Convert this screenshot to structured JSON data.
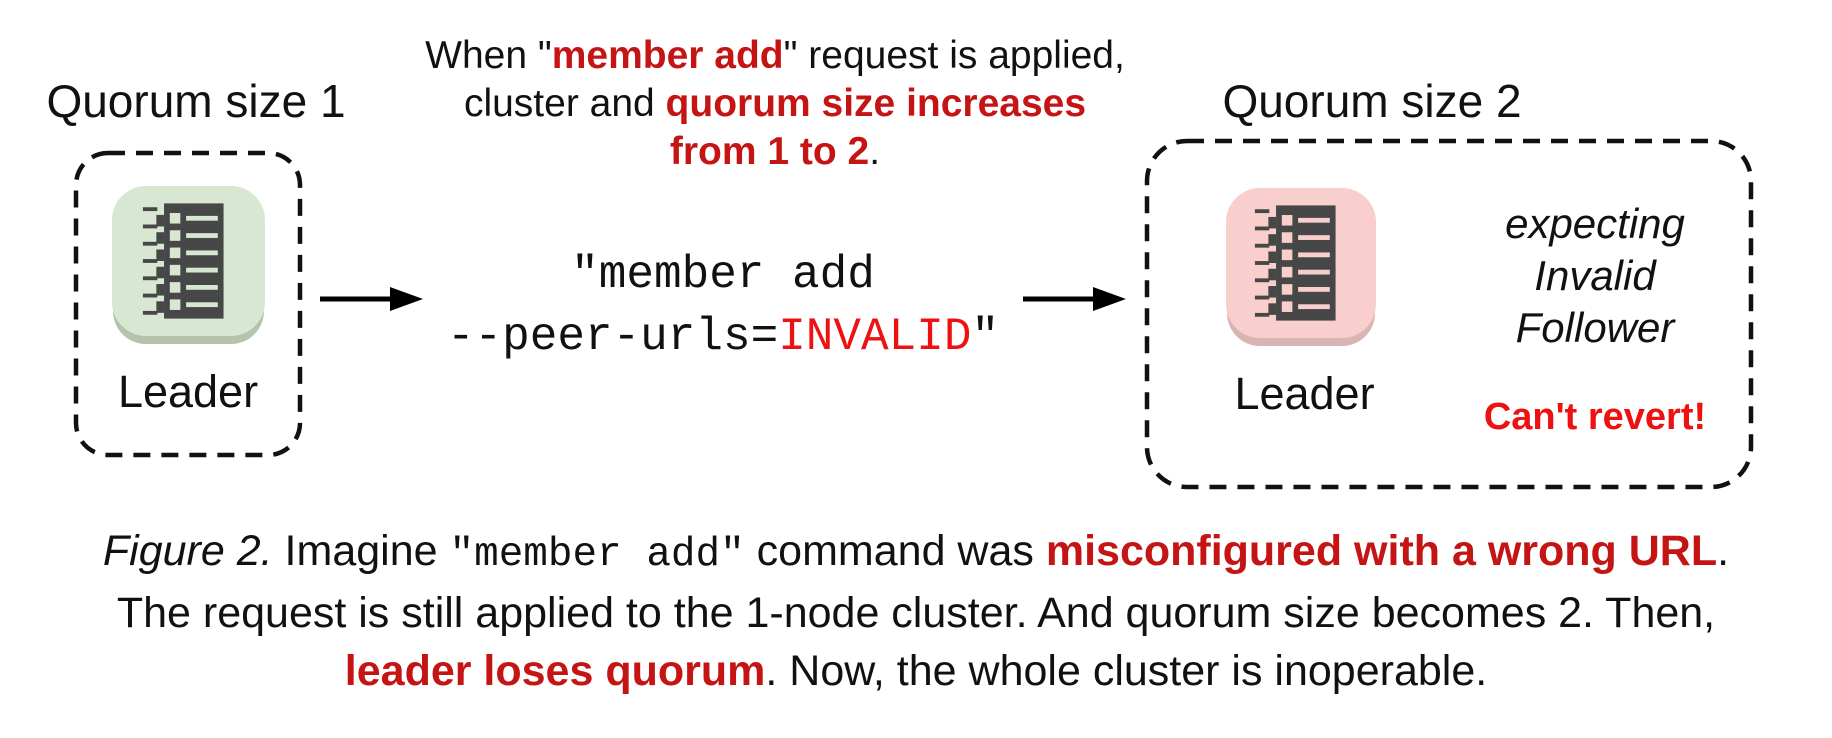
{
  "colors": {
    "text_red_bold": "#c41414",
    "code_red": "#ee1111",
    "node_green": "#d7e7d1",
    "node_green_shadow": "#b4c3aa",
    "node_pink": "#f8cfcc",
    "node_pink_shadow": "#d9b4b2",
    "glyph_dark": "#474747"
  },
  "left_cluster": {
    "title": "Quorum size 1",
    "node_label": "Leader"
  },
  "right_cluster": {
    "title": "Quorum size 2",
    "node_label": "Leader",
    "expecting_lines": [
      "expecting",
      "Invalid",
      "Follower"
    ],
    "warning": "Can't revert!"
  },
  "top_note": {
    "l1a": "When \"",
    "l1b": "member add",
    "l1c": "\" request is applied,",
    "l2a": "cluster and ",
    "l2b": "quorum size increases",
    "l3b": "from 1 to 2",
    "l3c": "."
  },
  "command": {
    "line1": "\"member add",
    "line2a": "--peer-urls=",
    "line2b": "INVALID",
    "line2c": "\""
  },
  "caption": {
    "l1_figure": "Figure 2.",
    "l1a": " Imagine ",
    "l1_code": "\"member add\"",
    "l1b": " command was ",
    "l1_red": "misconfigured with a wrong URL",
    "l1c": ".",
    "l2": "The request is still applied to the 1-node cluster. And quorum size becomes 2. Then,",
    "l3_red": "leader loses quorum",
    "l3a": ". Now, the whole cluster is inoperable."
  }
}
